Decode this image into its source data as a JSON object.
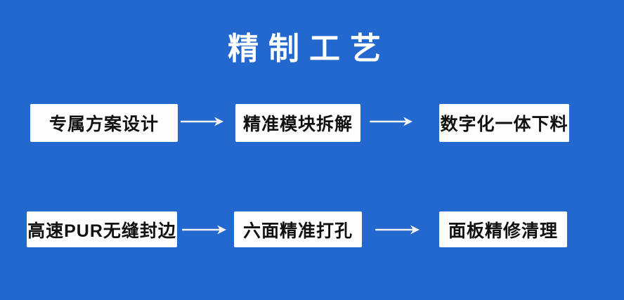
{
  "title": {
    "text": "精制工艺"
  },
  "flow": {
    "rows": [
      {
        "steps": [
          {
            "label": "专属方案设计"
          },
          {
            "label": "精准模块拆解"
          },
          {
            "label": "数字化一体下料"
          }
        ]
      },
      {
        "steps": [
          {
            "label": "高速PUR无缝封边"
          },
          {
            "label": "六面精准打孔"
          },
          {
            "label": "面板精修清理"
          }
        ]
      }
    ]
  },
  "icons": {
    "arrow": "right-arrow"
  },
  "colors": {
    "background": "#2268ce",
    "box_background": "#fdfdfd",
    "box_text": "#111111",
    "title_text": "#ffffff",
    "arrow": "#f2f2f2"
  }
}
